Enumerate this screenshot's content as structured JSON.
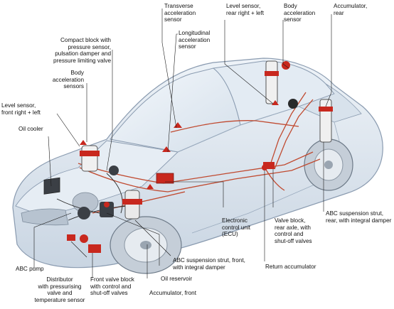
{
  "labels": {
    "transverse_accel": "Transverse\nacceleration\nsensor",
    "longitudinal_accel": "Longitudinal\nacceleration\nsensor",
    "level_sensor_rear": "Level sensor,\nrear right + left",
    "body_accel_rear": "Body\nacceleration\nsensor",
    "accumulator_rear": "Accumulator,\nrear",
    "compact_block": "Compact block with\npressure sensor,\npulsation damper and\npressure limiting valve",
    "body_accel_front": "Body\nacceleration\nsensors",
    "level_sensor_front": "Level sensor,\nfront right + left",
    "oil_cooler": "Oil cooler",
    "ecu": "Electronic\ncontrol unit\n(ECU)",
    "valve_block_rear": "Valve block,\nrear axle, with\ncontrol and\nshut-off valves",
    "abc_strut_rear": "ABC suspension strut,\nrear, with integral damper",
    "abc_pump": "ABC pump",
    "distributor": "Distributor\nwith pressurising\nvalve and\ntemperature sensor",
    "front_valve_block": "Front valve block\nwith control and\nshut-off valves",
    "accumulator_front": "Accumulator, front",
    "oil_reservoir": "Oil reservoir",
    "abc_strut_front": "ABC suspension strut, front,\nwith integral damper",
    "return_accumulator": "Return accumulator"
  },
  "colors": {
    "background": "#ffffff",
    "car_body": "#dde6ef",
    "car_outline": "#8a9bb0",
    "component_red": "#c8281e",
    "hydraulic_line": "#c04a30",
    "leader_line": "#1a1a1a",
    "tire": "#9aa5b1"
  }
}
